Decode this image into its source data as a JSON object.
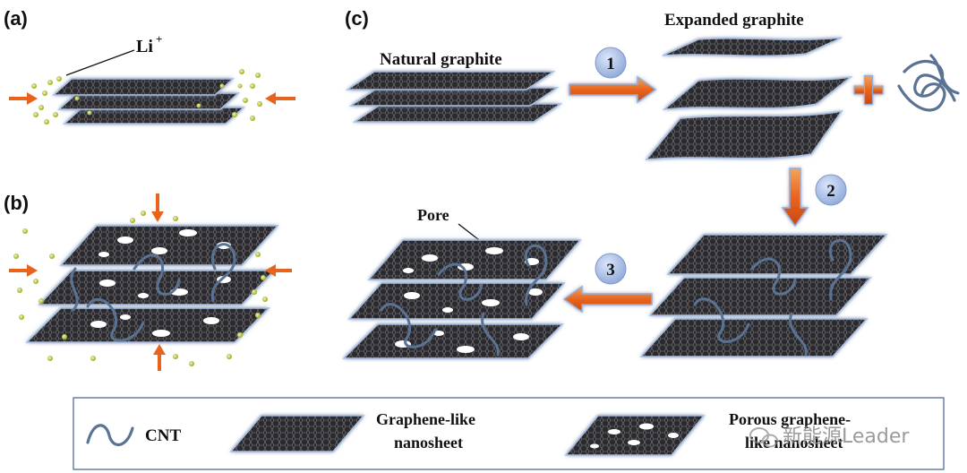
{
  "panels": {
    "a": "(a)",
    "b": "(b)",
    "c": "(c)"
  },
  "labels": {
    "li_ion": "Li",
    "li_charge": "+",
    "natural_graphite": "Natural graphite",
    "expanded_graphite": "Expanded graphite",
    "pore": "Pore"
  },
  "steps": [
    "1",
    "2",
    "3"
  ],
  "legend": {
    "cnt": "CNT",
    "graphene_line1": "Graphene-like",
    "graphene_line2": "nanosheet",
    "porous_line1": "Porous graphene-",
    "porous_line2": "like nanosheet"
  },
  "watermark": "新能源Leader",
  "colors": {
    "sheet_fill": "#2f2f33",
    "sheet_glow": "#9fb6d8",
    "cnt": "#5a7394",
    "arrow_orange": "#e8641e",
    "arrow_glow": "#8fb0dc",
    "li_dot": "#c8d64a",
    "step_circle": "#9db4e0",
    "legend_border": "#6b7fa8"
  }
}
